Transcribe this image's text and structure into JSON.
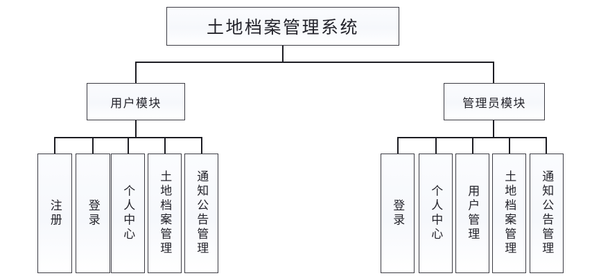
{
  "diagram": {
    "type": "tree-hierarchy",
    "title": "土地档案管理系统",
    "root": {
      "label": "土地档案管理系统"
    },
    "branches": [
      {
        "name": "user-module",
        "label": "用户模块",
        "leaves": [
          {
            "label": "注册"
          },
          {
            "label": "登录"
          },
          {
            "label": "个人中心"
          },
          {
            "label": "土地档案管理"
          },
          {
            "label": "通知公告管理"
          }
        ]
      },
      {
        "name": "admin-module",
        "label": "管理员模块",
        "leaves": [
          {
            "label": "登录"
          },
          {
            "label": "个人中心"
          },
          {
            "label": "用户管理"
          },
          {
            "label": "土地档案管理"
          },
          {
            "label": "通知公告管理"
          }
        ]
      }
    ],
    "colors": {
      "background": "#ffffff",
      "box_fill": "#f7f9fc",
      "box_border": "#3a3a42",
      "connector": "#1c1c22",
      "text": "#23232b"
    }
  }
}
